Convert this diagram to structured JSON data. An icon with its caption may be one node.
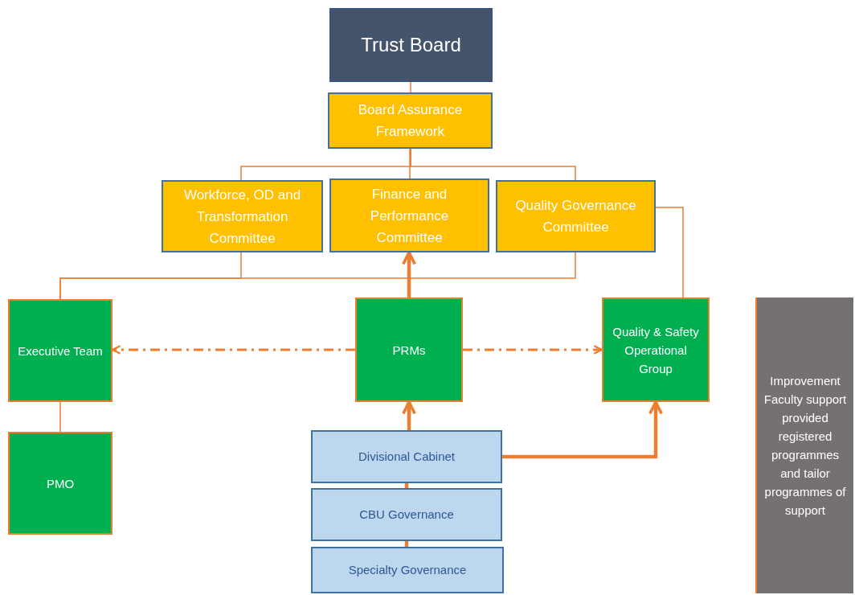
{
  "diagram": {
    "nodes": [
      {
        "text": [
          "Trust Board"
        ]
      },
      {
        "text": [
          "Board Assurance Framework"
        ]
      },
      {
        "text": [
          "Workforce, OD and Transformation Committee"
        ]
      },
      {
        "text": [
          "Finance and Performance Committee"
        ]
      },
      {
        "text": [
          "Quality Governance Committee"
        ]
      },
      {
        "text": [
          "Executive Team"
        ]
      },
      {
        "text": [
          "PRMs"
        ]
      },
      {
        "text": [
          "Quality & Safety Operational Group"
        ]
      },
      {
        "text": [
          "PMO"
        ]
      },
      {
        "text": [
          "Divisional Cabinet"
        ]
      },
      {
        "text": [
          "CBU Governance"
        ]
      },
      {
        "text": [
          "Specialty Governance"
        ]
      },
      {
        "text": [
          "Improvement Faculty support provided registered programmes and tailor programmes of support"
        ]
      }
    ],
    "edges": [
      {
        "from": 0,
        "to": 1,
        "arrow": "none"
      },
      {
        "from": 1,
        "to": 2,
        "arrow": "none"
      },
      {
        "from": 1,
        "to": 3,
        "arrow": "none"
      },
      {
        "from": 1,
        "to": 4,
        "arrow": "none"
      },
      {
        "from": 2,
        "to": 5,
        "arrow": "none"
      },
      {
        "from": 4,
        "to": 5,
        "arrow": "none"
      },
      {
        "from": 6,
        "to": 3,
        "arrow": "to",
        "style": "thick"
      },
      {
        "from": 6,
        "to": 5,
        "arrow": "to",
        "style": "dashed"
      },
      {
        "from": 6,
        "to": 7,
        "arrow": "to",
        "style": "dashed"
      },
      {
        "from": 4,
        "to": 7,
        "arrow": "none"
      },
      {
        "from": 5,
        "to": 8,
        "arrow": "none"
      },
      {
        "from": 9,
        "to": 6,
        "arrow": "to",
        "style": "thick"
      },
      {
        "from": 9,
        "to": 7,
        "arrow": "to",
        "style": "thick"
      },
      {
        "from": 10,
        "to": 9,
        "arrow": "none",
        "style": "thick"
      },
      {
        "from": 11,
        "to": 10,
        "arrow": "none",
        "style": "thick"
      }
    ]
  }
}
